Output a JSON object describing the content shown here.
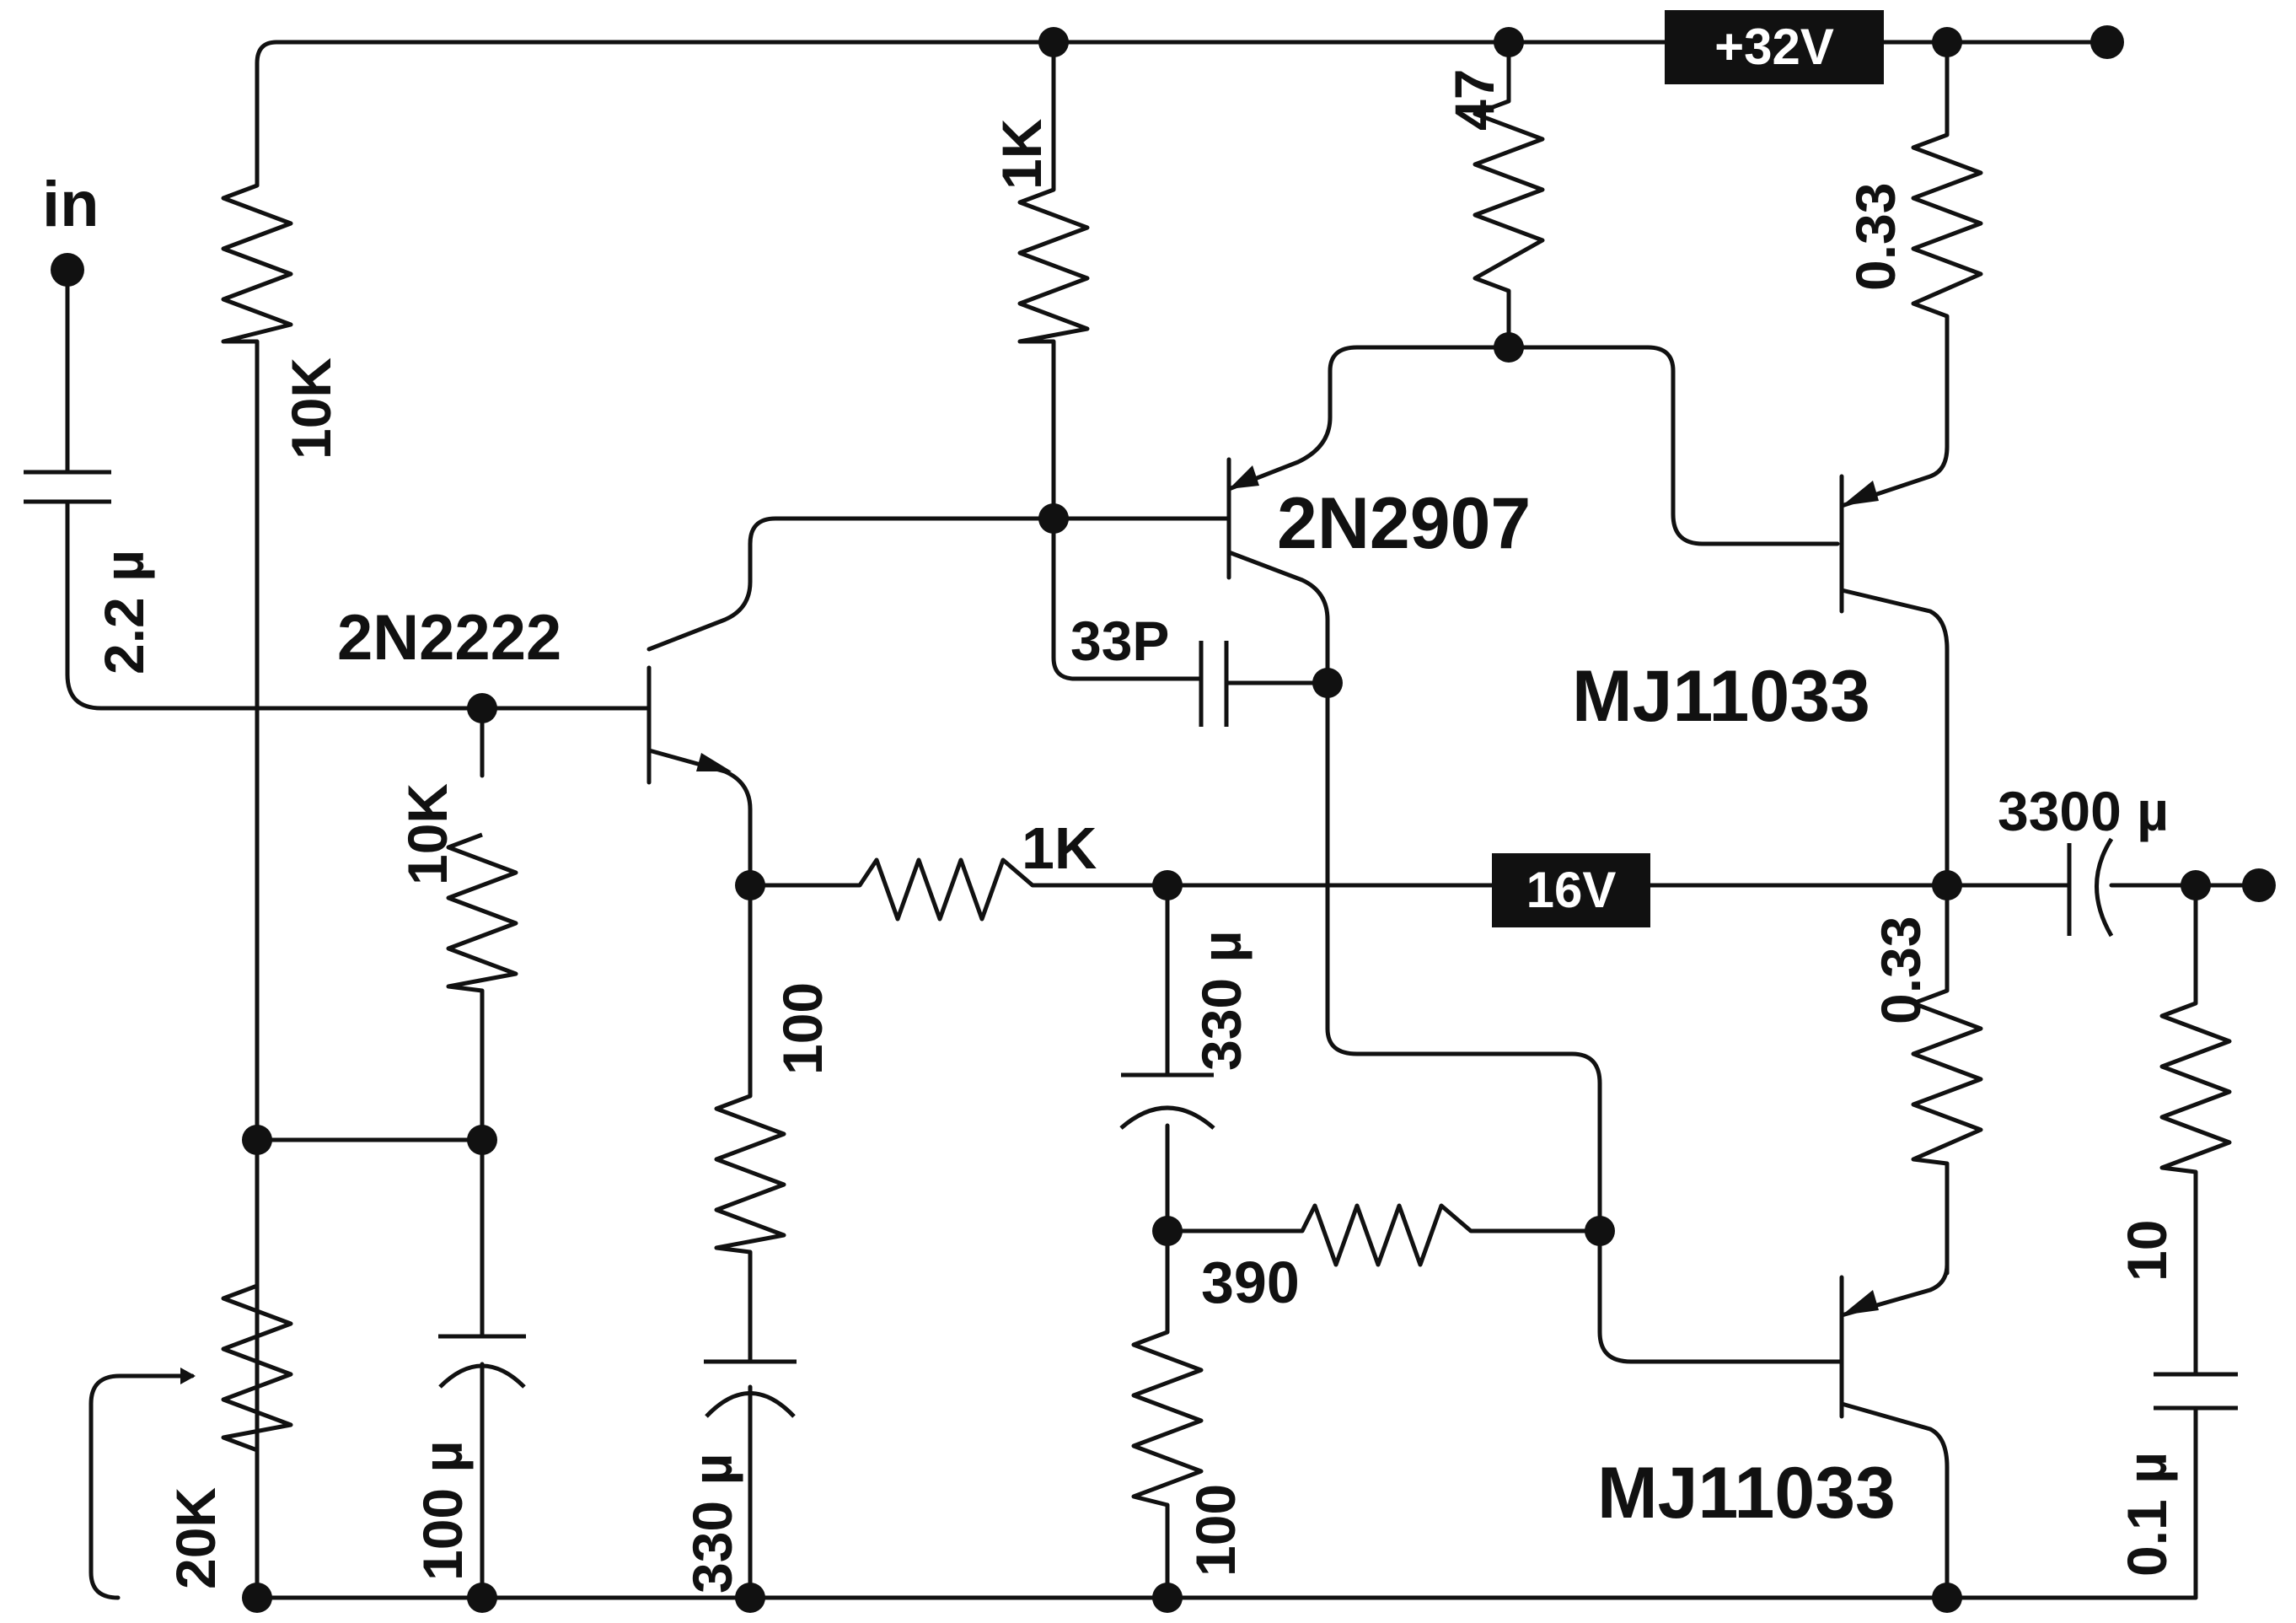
{
  "labels": {
    "input": "in",
    "supply": "+32V",
    "rail_mid": "16V",
    "c_in": "2.2 µ",
    "r_bias_top": "10K",
    "r_bias_mid": "10K",
    "pot": "20K",
    "c_bias": "100 µ",
    "q1": "2N2222",
    "r_q1_emitter": "100",
    "c_q1_emitter": "330 µ",
    "r_collector": "1K",
    "r_feedback": "1K",
    "c_comp": "33P",
    "q2": "2N2907",
    "r_47": "47",
    "r_top_emitter": "0.33",
    "q3": "MJ11033",
    "c_boot": "330 µ",
    "r_390": "390",
    "r_100_bottom": "100",
    "q4": "MJ11033",
    "r_bottom_emitter": "0.33",
    "c_out": "3300 µ",
    "r_zobel": "10",
    "c_zobel": "0.1 µ"
  }
}
